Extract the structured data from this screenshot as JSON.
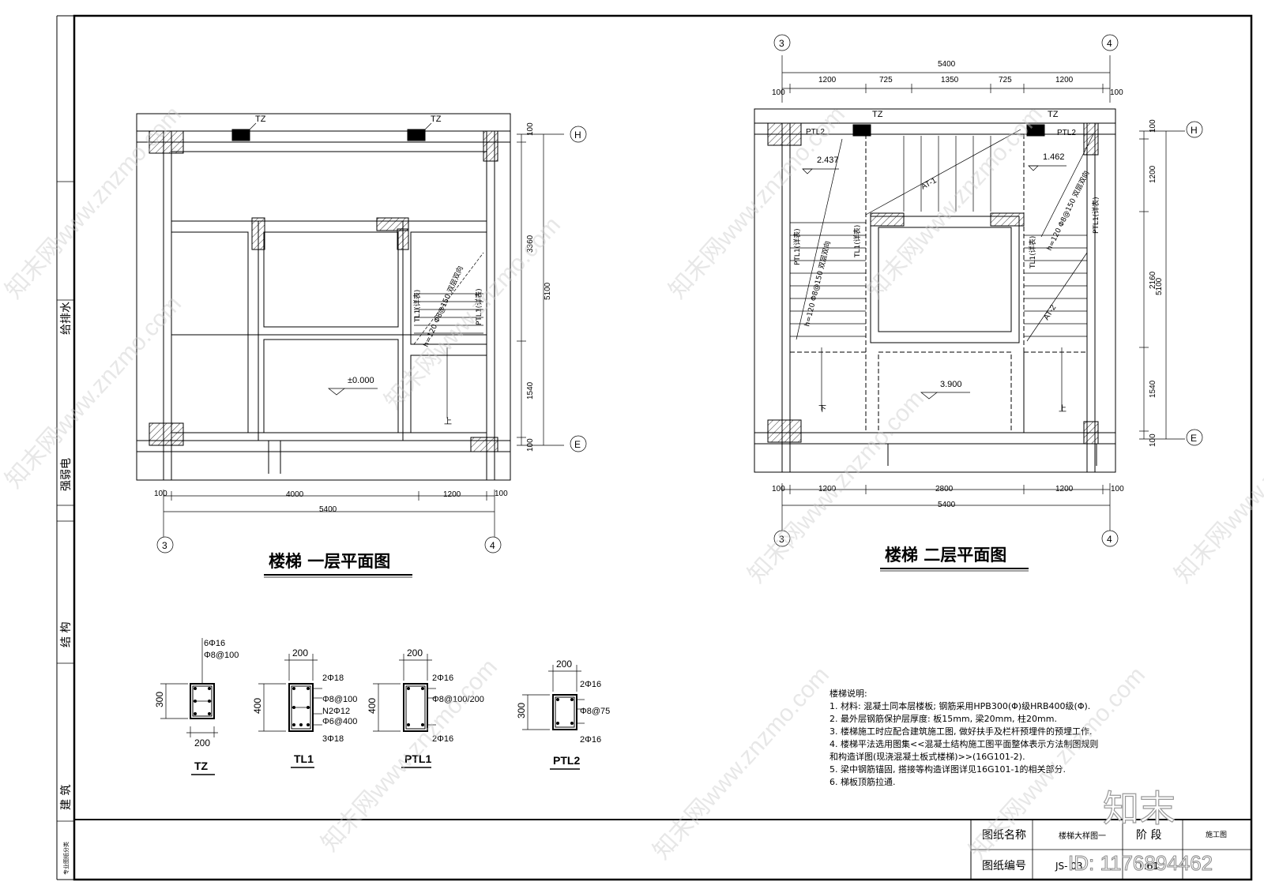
{
  "side_strip": {
    "disciplines": [
      "给排水",
      "强弱电",
      "结 构",
      "建 筑"
    ],
    "bottom_label": "专业图纸分类"
  },
  "plan1": {
    "title": "楼梯 一层平面图",
    "axis_left": "3",
    "axis_right": "4",
    "axis_top": "H",
    "axis_bottom": "E",
    "dims_bottom": [
      "100",
      "4000",
      "1200",
      "100"
    ],
    "dim_total": "5400",
    "dims_right": [
      "100",
      "3360",
      "1540",
      "100"
    ],
    "dim_right_total": "5100",
    "tz_tags": [
      "TZ",
      "TZ"
    ],
    "elevation": "±0.000",
    "beam_labels": [
      "TL1(详表)",
      "PTL1(详表)"
    ],
    "flight_text": "h=120 Φ8@150 双层双向",
    "up": "上"
  },
  "plan2": {
    "title": "楼梯 二层平面图",
    "axis_left": "3",
    "axis_right": "4",
    "axis_top": "H",
    "axis_bottom": "E",
    "dims_top": [
      "100",
      "1200",
      "725",
      "1350",
      "725",
      "1200",
      "100"
    ],
    "dim_total": "5400",
    "dims_bottom": [
      "100",
      "1200",
      "2800",
      "1200",
      "100"
    ],
    "dims_right": [
      "100",
      "1200",
      "2160",
      "1540",
      "100"
    ],
    "dim_right_total": "5100",
    "tz_tags": [
      "TZ",
      "TZ"
    ],
    "ptl2": [
      "PTL2",
      "PTL2"
    ],
    "levels": [
      "2.437",
      "1.462"
    ],
    "flights": [
      "AT-1",
      "AT-2"
    ],
    "elevation": "3.900",
    "beam_labels": [
      "PTL1(详表)",
      "TL1(详表)",
      "TL1(详表)",
      "PTL1(详表)"
    ],
    "flight_text_left": "h=120 Φ8@150 双层双向",
    "flight_text_right": "h=120 Φ8@150 双层双向",
    "down": "下",
    "up": "上"
  },
  "sections": [
    {
      "name": "TZ",
      "width": "200",
      "height": "300",
      "top_bars": "6Φ16",
      "stirrup": "Φ8@100",
      "bottom_dim": "200"
    },
    {
      "name": "TL1",
      "width": "200",
      "height": "400",
      "top_bars": "2Φ18",
      "stirrup": "Φ8@100",
      "side": "N2Φ12",
      "tie": "Φ6@400",
      "bottom_bars": "3Φ18"
    },
    {
      "name": "PTL1",
      "width": "200",
      "height": "400",
      "top_bars": "2Φ16",
      "stirrup": "Φ8@100/200",
      "bottom_bars": "2Φ16"
    },
    {
      "name": "PTL2",
      "width": "200",
      "height": "300",
      "top_bars": "2Φ16",
      "stirrup": "Φ8@75",
      "bottom_bars": "2Φ16"
    }
  ],
  "notes": {
    "heading": "楼梯说明:",
    "lines": [
      "1. 材料: 混凝土同本层楼板; 钢筋采用HPB300(Φ)级HRB400级(Φ).",
      "2. 最外层钢筋保护层厚度: 板15mm, 梁20mm, 柱20mm.",
      "3. 楼梯施工时应配合建筑施工图, 做好扶手及栏杆预埋件的预埋工作.",
      "4. 楼梯平法选用图集<<混凝土结构施工图平面整体表示方法制图规则",
      "   和构造详图(现浇混凝土板式楼梯)>>(16G101-2).",
      "5. 梁中钢筋锚固, 搭接等构造详图详见16G101-1的相关部分.",
      "6. 梯板顶筋拉通."
    ]
  },
  "titleblock": {
    "name_label": "图纸名称",
    "name_value": "楼梯大样图一",
    "stage_label": "阶 段",
    "stage_value": "施工图",
    "code_label": "图纸编号",
    "code_value": "JS-  03",
    "extra": "1:61"
  },
  "watermark": {
    "texts": [
      "知末网www.znzmo.com"
    ],
    "logo": "知末",
    "id": "ID: 1176894462"
  }
}
